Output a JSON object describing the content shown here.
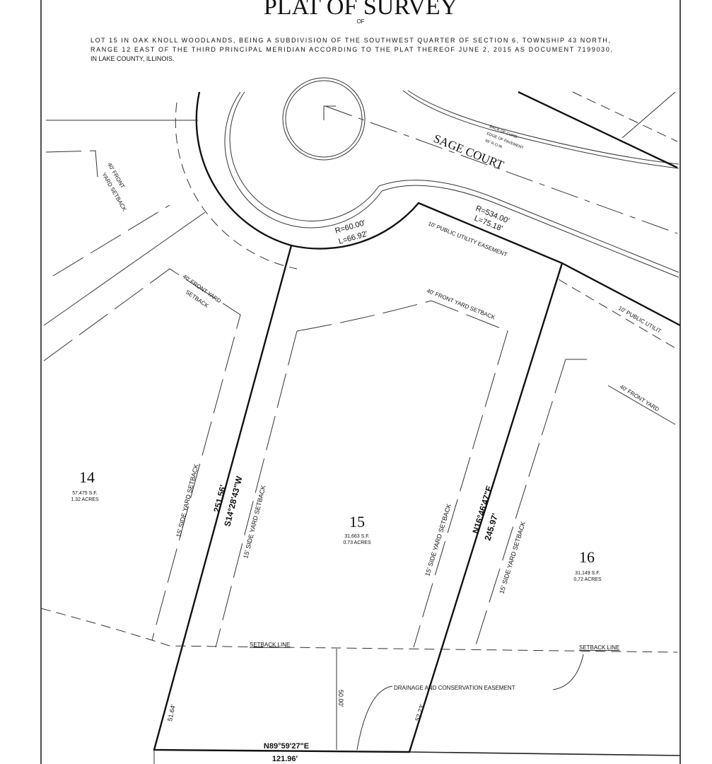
{
  "title": "PLAT OF SURVEY",
  "title_of": "OF",
  "legal_description": [
    "LOT 15 IN OAK KNOLL WOODLANDS, BEING A SUBDIVISION OF THE SOUTHWEST QUARTER OF SECTION 6, TOWNSHIP 43 NORTH,",
    "RANGE 12 EAST OF THE THIRD PRINCIPAL MERIDIAN ACCORDING TO THE PLAT THEREOF JUNE 2, 2015 AS DOCUMENT 7199030,",
    "IN LAKE COUNTY, ILLINOIS."
  ],
  "street": {
    "name": "SAGE COURT",
    "back_of_curb": "BACK OF CURB",
    "edge_of_pavement": "EDGE OF PAVEMENT",
    "row": "66' R.O.W."
  },
  "curves": {
    "cul_de_sac": {
      "radius": "R=60.00'",
      "length": "L=66.92'"
    },
    "frontage": {
      "radius": "R=534.00'",
      "length": "L=75.18'"
    }
  },
  "easements": {
    "utility": "10' PUBLIC UTILITY EASEMENT",
    "utility_right": "10' PUBLIC UTILIT",
    "drainage": "DRAINAGE AND CONSERVATION EASEMENT"
  },
  "setbacks": {
    "front_40": "40' FRONT YARD SETBACK",
    "front_40_a": "40' FRONT",
    "front_40_b": "YARD SETBACK",
    "front_40_c": "40' FRONT YARD",
    "front_40_d": "SETBACK",
    "front_40_right": "40' FRONT YARD",
    "side_15": "15' SIDE YARD SETBACK",
    "setback_line": "SETBACK LINE"
  },
  "lots": [
    {
      "number": "14",
      "area_sf": "57,475 S.F.",
      "area_acres": "1.32 ACRES"
    },
    {
      "number": "15",
      "area_sf": "31,663 S.F.",
      "area_acres": "0.73 ACRES"
    },
    {
      "number": "16",
      "area_sf": "31,149 S.F.",
      "area_acres": "0.72 ACRES"
    }
  ],
  "boundary": {
    "west_length": "251.56'",
    "west_bearing": "S14°28'43\"W",
    "east_bearing": "N16°46'47\"E",
    "east_length": "245.97'",
    "south_bearing": "N89°59'27\"E",
    "south_length": "121.96'",
    "west_easement_length": "51.64'",
    "east_easement_length": "52.23'",
    "easement_depth": "50.00'"
  }
}
